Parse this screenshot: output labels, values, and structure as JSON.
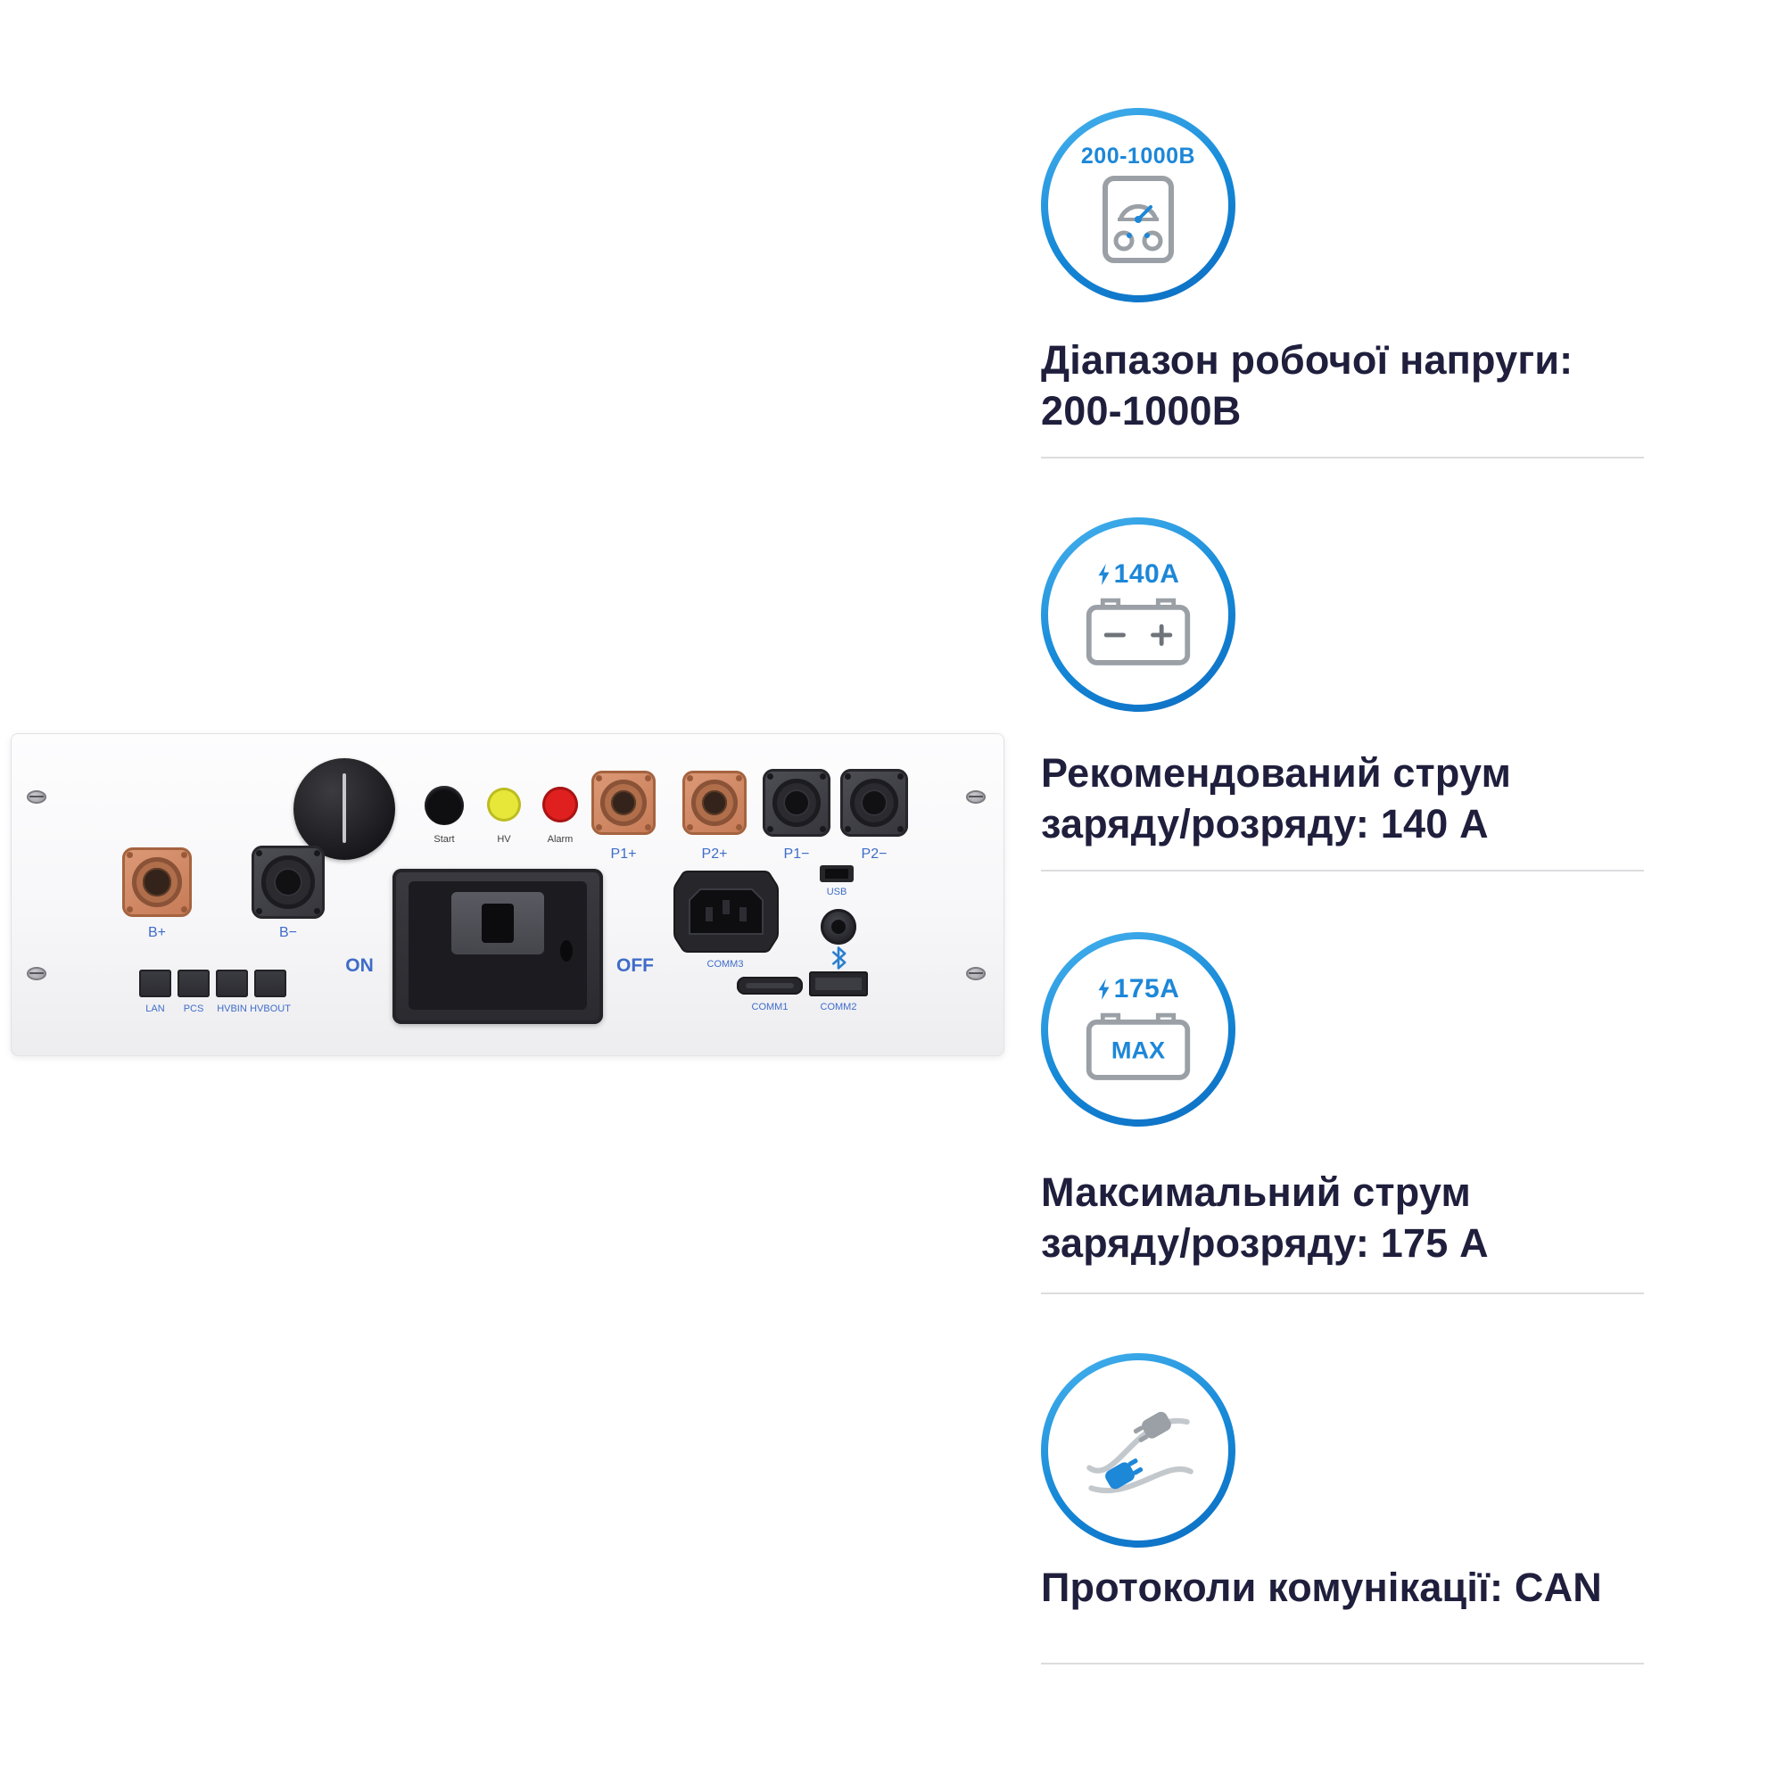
{
  "colors": {
    "accent_blue": "#1d87d8",
    "text_dark": "#1f1f3d",
    "panel_label_blue": "#3f6cc8",
    "divider": "#dcdcdf"
  },
  "device_panel": {
    "buttons": {
      "start": "Start",
      "hv": "HV",
      "alarm": "Alarm"
    },
    "terminals": {
      "b_plus": "B+",
      "b_minus": "B−",
      "p1_plus": "P1+",
      "p2_plus": "P2+",
      "p1_minus": "P1−",
      "p2_minus": "P2−"
    },
    "switch_labels": {
      "on": "ON",
      "off": "OFF"
    },
    "ports": {
      "lan": "LAN",
      "pcs": "PCS",
      "hvbin": "HVBIN",
      "hvbout": "HVBOUT"
    },
    "comm": {
      "usb": "USB",
      "comm1": "COMM1",
      "comm2": "COMM2",
      "comm3": "COMM3"
    }
  },
  "specs": [
    {
      "icon": "voltmeter-icon",
      "icon_label": "200-1000В",
      "lines": [
        "Діапазон робочої напруги:",
        "200-1000В"
      ]
    },
    {
      "icon": "battery-charge-icon",
      "icon_label": "140A",
      "lines": [
        "Рекомендований струм",
        "заряду/розряду: 140 А"
      ]
    },
    {
      "icon": "battery-max-icon",
      "icon_label": "175A",
      "icon_sub": "MAX",
      "lines": [
        "Максимальний струм",
        "заряду/розряду: 175 А"
      ]
    },
    {
      "icon": "connectors-icon",
      "lines": [
        "Протоколи комунікації: CAN"
      ]
    }
  ]
}
